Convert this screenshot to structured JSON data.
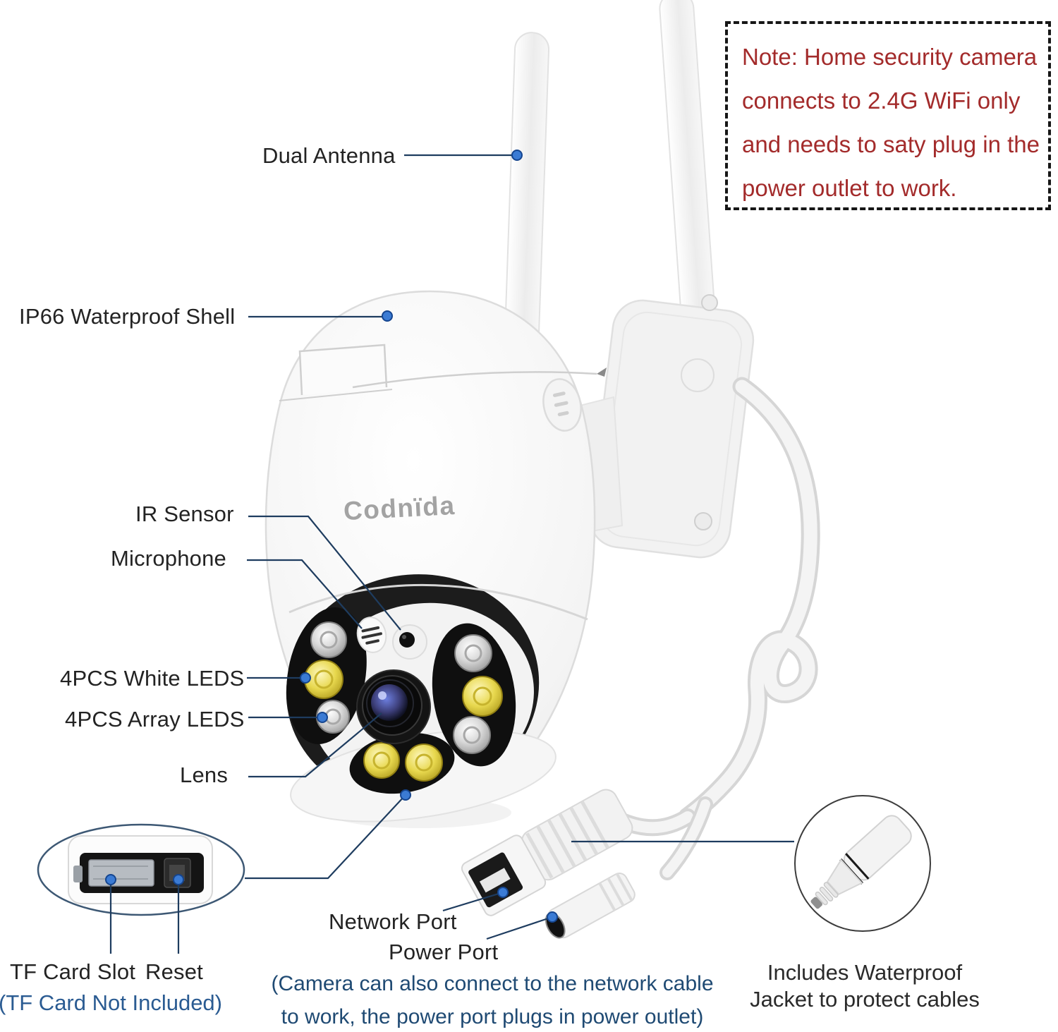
{
  "note": {
    "lines": [
      "Note: Home security camera",
      "connects to 2.4G WiFi only",
      "and needs to saty plug in the",
      "power outlet to work."
    ]
  },
  "camera": {
    "brand": "Codnïda"
  },
  "callouts": {
    "dual_antenna": "Dual Antenna",
    "ip66_shell": "IP66 Waterproof Shell",
    "ir_sensor": "IR Sensor",
    "microphone": "Microphone",
    "white_leds": "4PCS White LEDS",
    "array_leds": "4PCS Array LEDS",
    "lens": "Lens",
    "network_port": "Network Port",
    "power_port": "Power Port",
    "tf_card_slot": "TF Card Slot",
    "reset": "Reset"
  },
  "footnotes": {
    "tf_card": "(TF Card Not Included)",
    "camera_note_line1": "(Camera can also connect to the network cable",
    "camera_note_line2": "to work, the power port plugs in power outlet)",
    "waterproof_line1": "Includes Waterproof",
    "waterproof_line2": "Jacket to protect cables"
  },
  "colors": {
    "note_text": "#a32b2b",
    "blue_note_text": "#1f4a73",
    "tf_note_text": "#2a5b92",
    "label_text": "#232323",
    "leader_line": "#1e3c5f",
    "callout_dot": "#3b7bd4",
    "led_yellow": "#e8d84e",
    "lens_iris": "#5a6fd8"
  }
}
